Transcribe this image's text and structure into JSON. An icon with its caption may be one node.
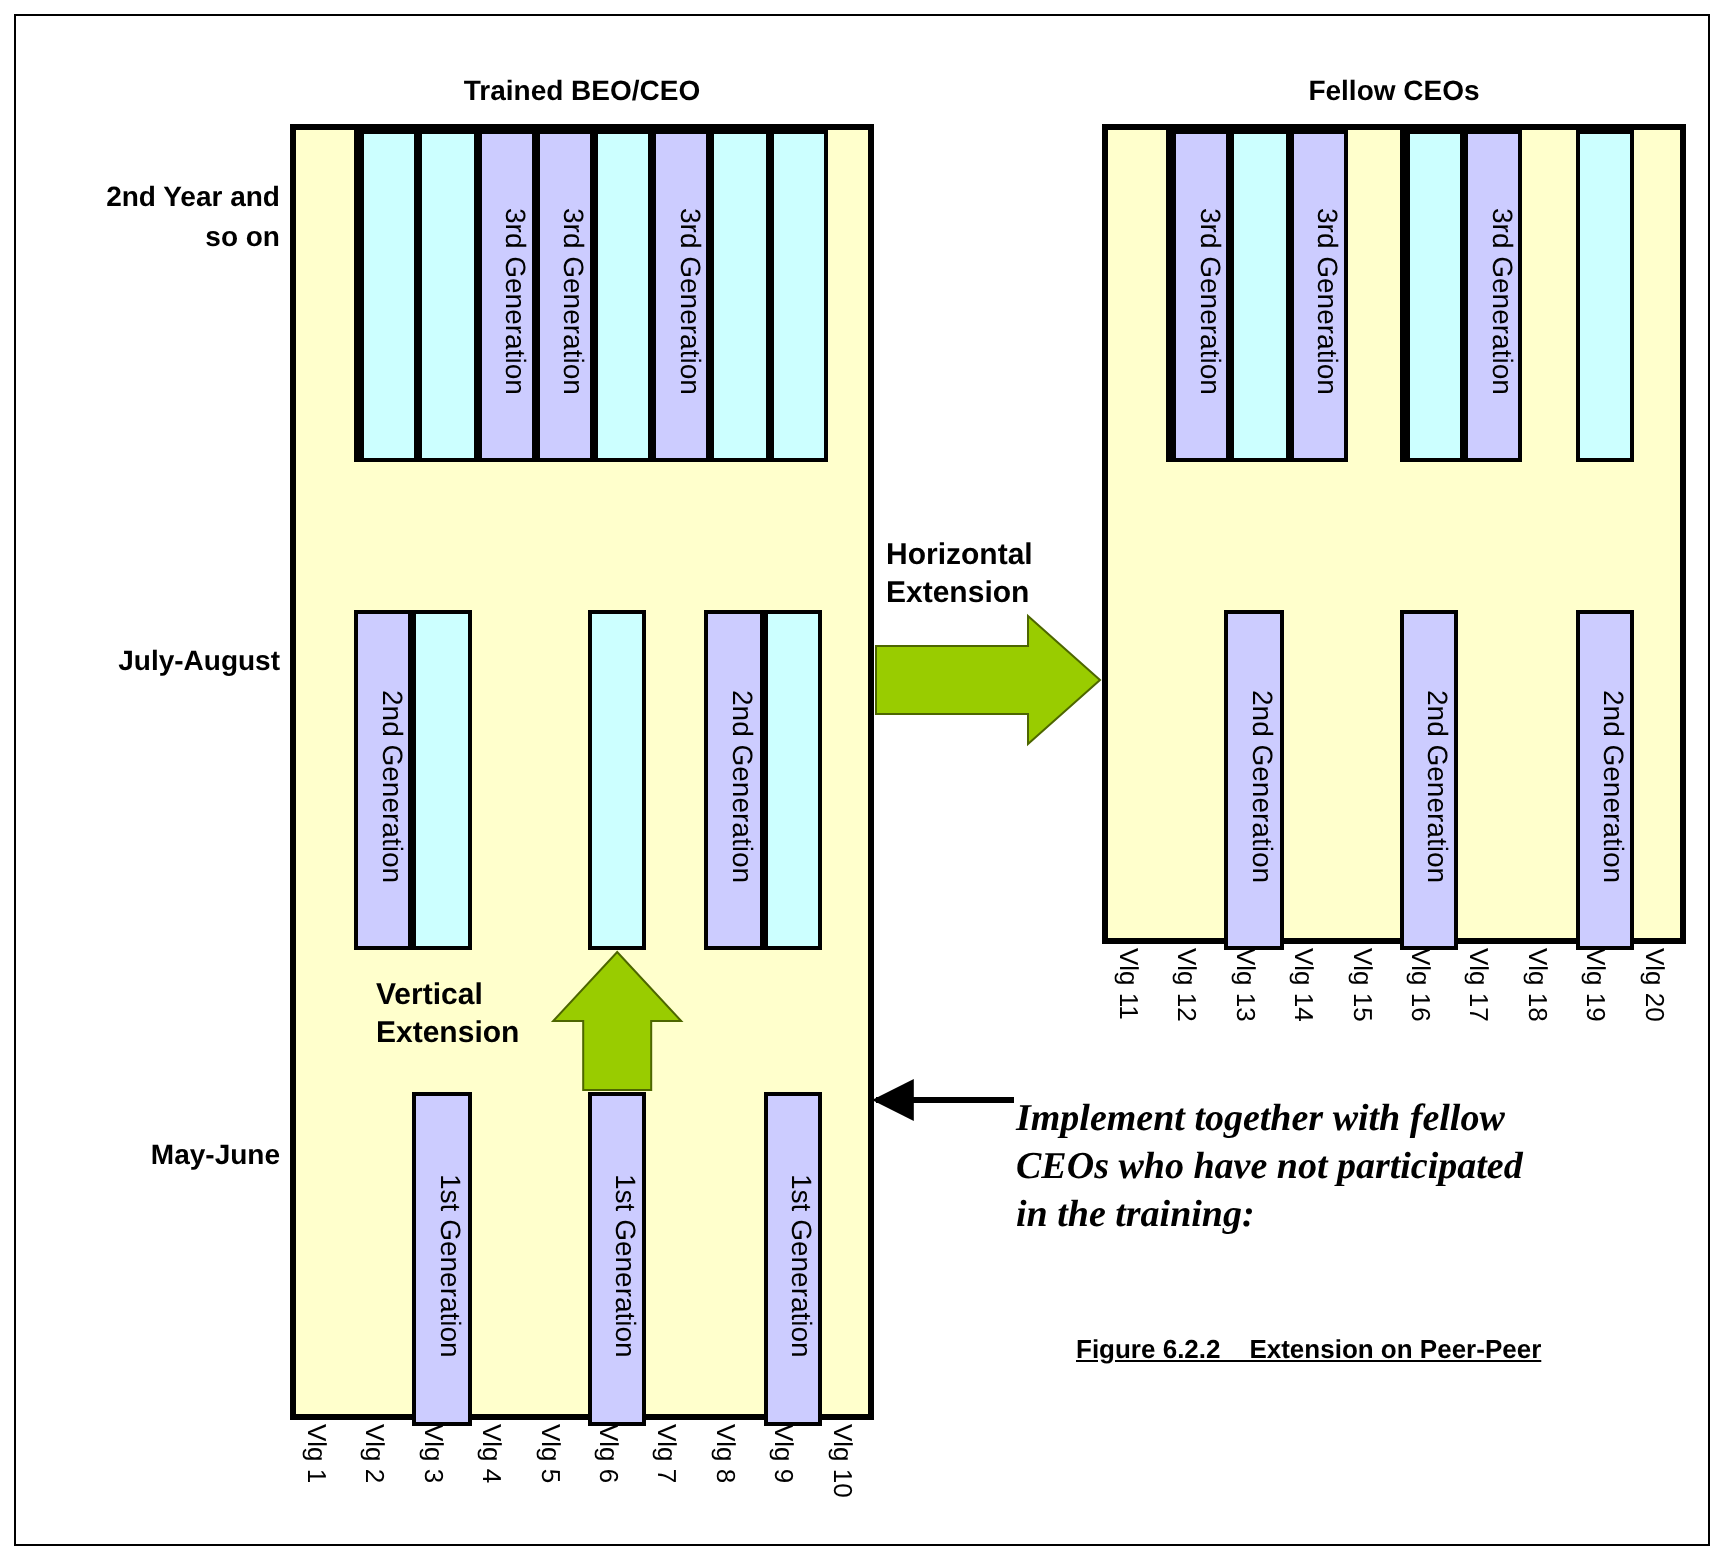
{
  "diagram": {
    "caption": "Figure 6.2.2    Extension on Peer-Peer",
    "nodes": [
      {
        "text": [
          "Trained BEO/CEO"
        ]
      },
      {
        "text": [],
        "shape": "box",
        "in": 0
      },
      {
        "text": [],
        "shape": "bar",
        "in": 1
      },
      {
        "text": [],
        "shape": "bar",
        "in": 1
      },
      {
        "text": [
          "3rd Generation"
        ],
        "in": 1
      },
      {
        "text": [
          "3rd Generation"
        ],
        "in": 1
      },
      {
        "text": [],
        "shape": "bar",
        "in": 1
      },
      {
        "text": [
          "3rd Generation"
        ],
        "in": 1
      },
      {
        "text": [],
        "shape": "bar",
        "in": 1
      },
      {
        "text": [],
        "shape": "bar",
        "in": 1
      },
      {
        "text": [
          "2nd Generation"
        ],
        "in": 0
      },
      {
        "text": [],
        "shape": "bar",
        "in": 0
      },
      {
        "text": [],
        "shape": "bar",
        "in": 0
      },
      {
        "text": [
          "2nd Generation"
        ],
        "in": 0
      },
      {
        "text": [],
        "shape": "bar",
        "in": 0
      },
      {
        "text": [
          "1st Generation"
        ],
        "in": 0
      },
      {
        "text": [
          "1st Generation"
        ],
        "in": 0
      },
      {
        "text": [
          "1st Generation"
        ],
        "in": 0
      },
      {
        "text": [
          "Fellow CEOs"
        ]
      },
      {
        "text": [],
        "shape": "box",
        "in": 18
      },
      {
        "text": [
          "3rd Generation"
        ],
        "in": 19
      },
      {
        "text": [],
        "shape": "bar",
        "in": 19
      },
      {
        "text": [
          "3rd Generation"
        ],
        "in": 19
      },
      {
        "text": [],
        "shape": "box",
        "in": 18
      },
      {
        "text": [],
        "shape": "bar",
        "in": 23
      },
      {
        "text": [
          "3rd Generation"
        ],
        "in": 23
      },
      {
        "text": [],
        "shape": "bar",
        "in": 18
      },
      {
        "text": [
          "2nd Generation"
        ],
        "in": 18
      },
      {
        "text": [
          "2nd Generation"
        ],
        "in": 18
      },
      {
        "text": [
          "2nd Generation"
        ],
        "in": 18
      },
      {
        "text": [
          "Implement together with fellow CEOs who have not participated in the training:"
        ]
      }
    ],
    "edges": [
      {
        "from": 0,
        "to": 18,
        "arrow": "to",
        "label": "Horizontal Extension",
        "style": "thick",
        "color": "#99cc00"
      },
      {
        "from": 16,
        "to": 12,
        "arrow": "to",
        "label": "Vertical Extension",
        "style": "thick",
        "color": "#99cc00"
      },
      {
        "from": 30,
        "to": 0,
        "arrow": "to"
      }
    ],
    "labels": [
      "2nd Year and so on",
      "July-August",
      "Vlg 11",
      "Vlg 12",
      "Vlg 13",
      "Vlg 14",
      "Vlg 15",
      "Vlg 16",
      "Vlg 17",
      "Vlg 18",
      "Vlg 19",
      "Vlg 20",
      "May-June",
      "Vlg 1",
      "Vlg 2",
      "Vlg 3",
      "Vlg 4",
      "Vlg 5",
      "Vlg 6",
      "Vlg 7",
      "Vlg 8",
      "Vlg 9",
      "Vlg 10"
    ]
  }
}
